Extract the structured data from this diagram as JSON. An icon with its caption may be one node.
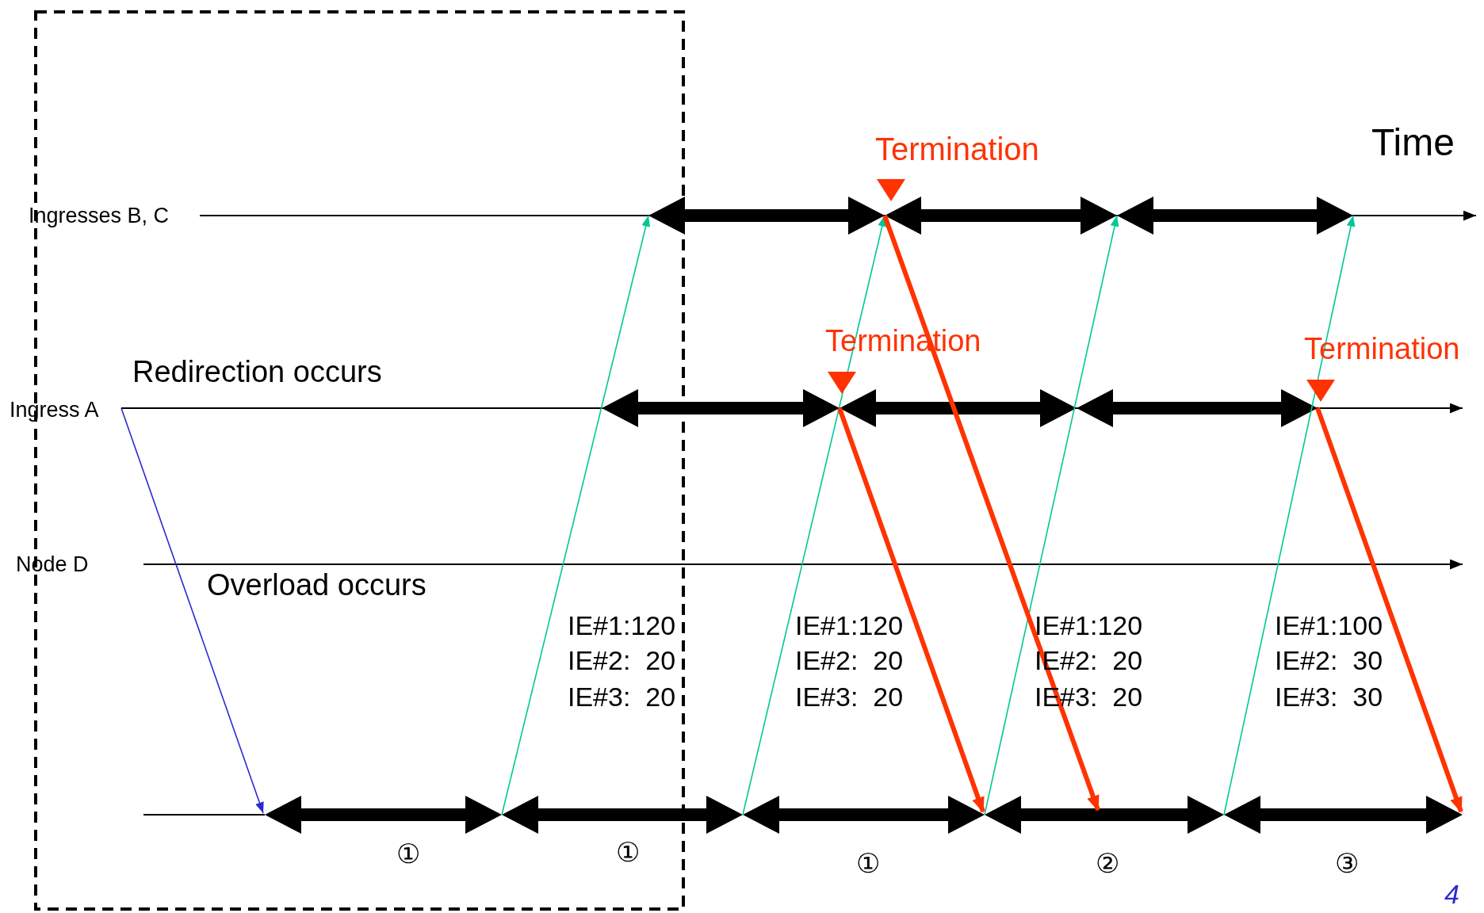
{
  "diagram": {
    "labels": [
      "Termination",
      "Time",
      "Ingresses B, C",
      "Termination",
      "Termination",
      "Redirection occurs",
      "Ingress A",
      "Node D",
      "Overload occurs",
      "IE#1:120",
      "IE#1:120",
      "IE#1:120",
      "IE#1:100",
      "IE#2:  20",
      "IE#2:  20",
      "IE#2:  20",
      "IE#2:  30",
      "IE#3:  20",
      "IE#3:  20",
      "IE#3:  20",
      "IE#3:  30",
      "①",
      "①",
      "①",
      "②",
      "③",
      "4"
    ]
  }
}
